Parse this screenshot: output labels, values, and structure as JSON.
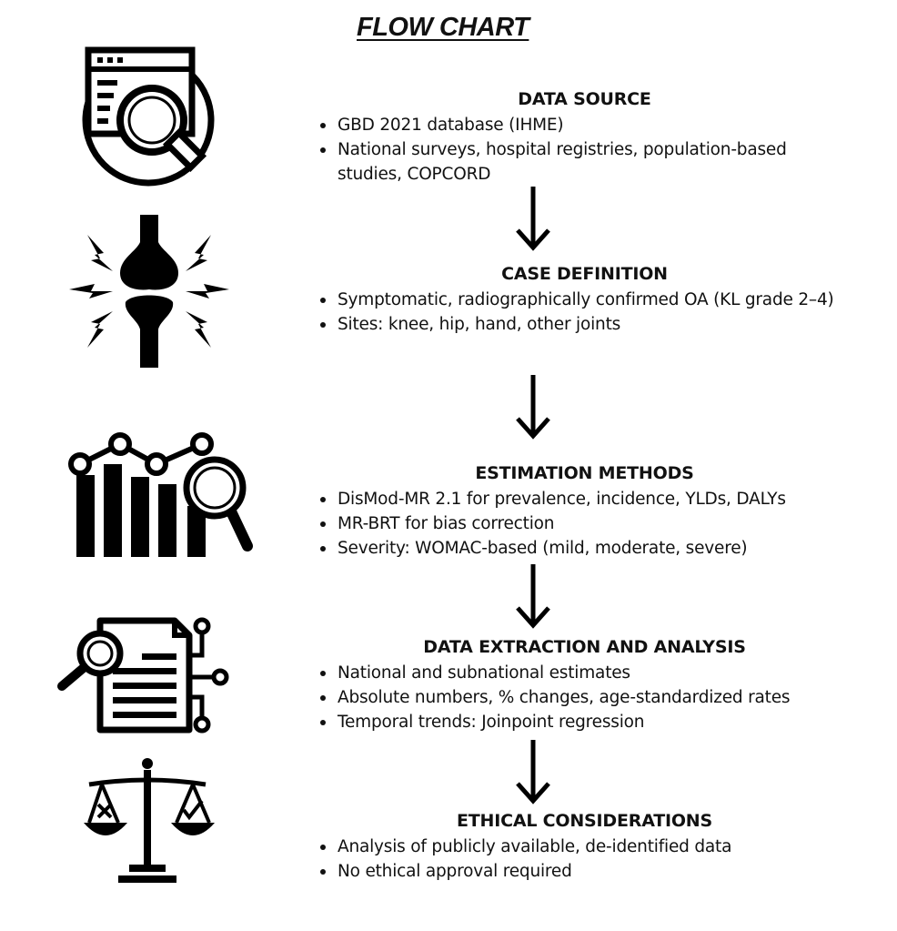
{
  "title": "FLOW CHART",
  "icons": {
    "data_source": "search-document-icon",
    "case_definition": "joint-pain-icon",
    "estimation_methods": "chart-analysis-icon",
    "data_extraction": "document-analysis-icon",
    "ethical_considerations": "justice-scale-icon"
  },
  "sections": [
    {
      "title": "DATA SOURCE",
      "items": [
        "GBD 2021 database (IHME)",
        "National surveys, hospital registries, population-based studies, COPCORD"
      ]
    },
    {
      "title": "CASE DEFINITION",
      "items": [
        "Symptomatic, radiographically confirmed OA (KL grade 2–4)",
        "Sites: knee, hip, hand, other joints"
      ]
    },
    {
      "title": "ESTIMATION METHODS",
      "items": [
        "DisMod-MR 2.1 for prevalence, incidence, YLDs, DALYs",
        "MR-BRT for bias correction",
        "Severity: WOMAC-based (mild, moderate, severe)"
      ]
    },
    {
      "title": "DATA EXTRACTION AND ANALYSIS",
      "items": [
        "National and subnational estimates",
        "Absolute numbers, % changes, age-standardized rates",
        "Temporal trends: Joinpoint regression"
      ]
    },
    {
      "title": "ETHICAL CONSIDERATIONS",
      "items": [
        "Analysis of publicly available, de-identified data",
        "No ethical approval required"
      ]
    }
  ]
}
